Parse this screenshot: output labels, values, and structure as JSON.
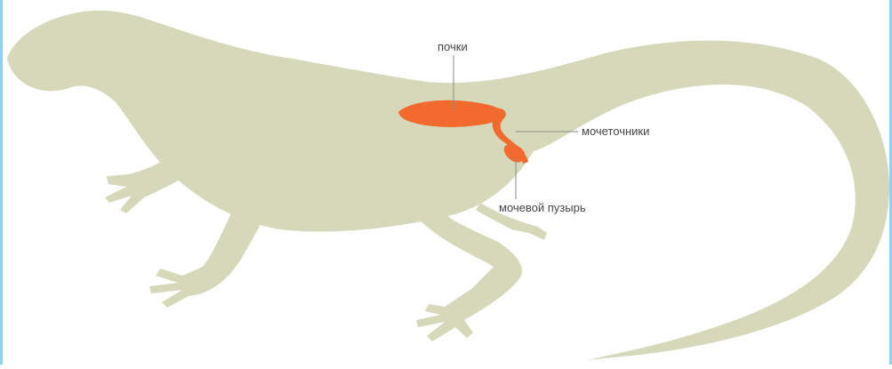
{
  "colors": {
    "background": "#ffffff",
    "frame": "#8fd0f0",
    "body": "#d6d9b9",
    "organs": "#f26a2e",
    "leader_line": "#8a8a8a",
    "label_text": "#444444"
  },
  "labels": {
    "kidneys": "почки",
    "ureters": "мочеточники",
    "bladder": "мочевой пузырь"
  }
}
